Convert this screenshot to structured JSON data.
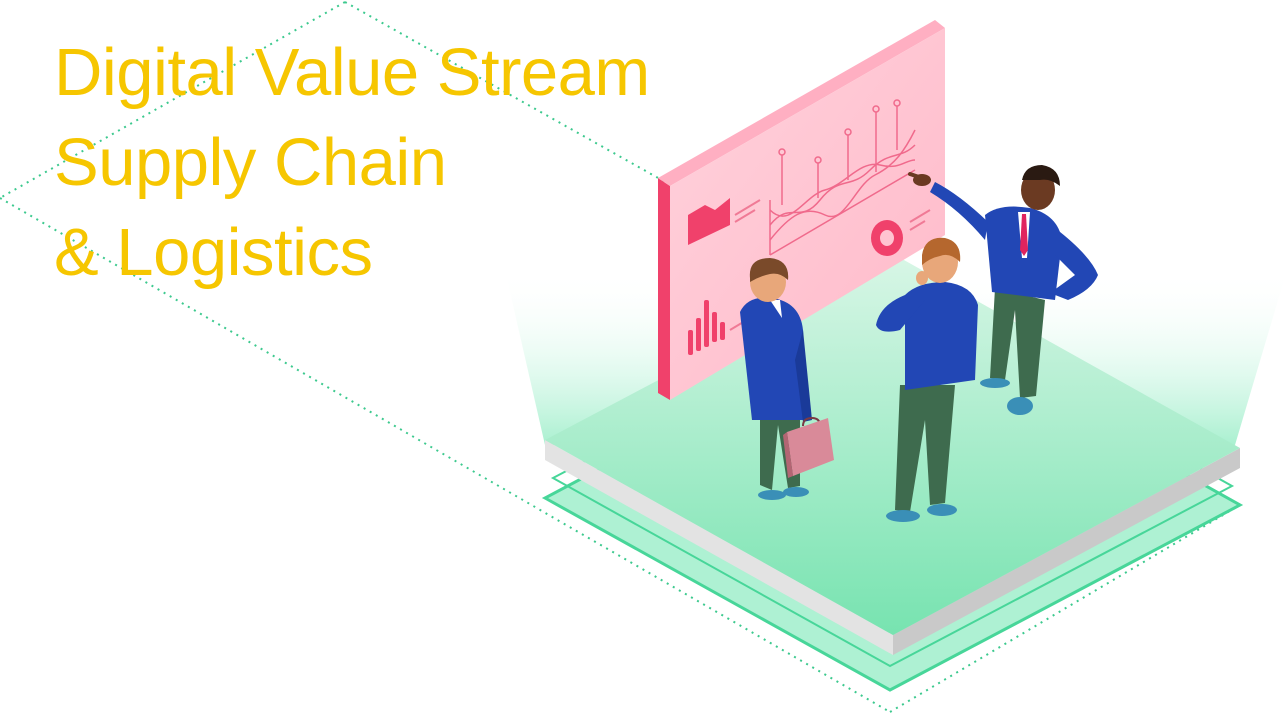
{
  "title": {
    "line1": "Digital Value Stream",
    "line2": "Supply Chain",
    "line3": "& Logistics"
  },
  "colors": {
    "title": "#F6C600",
    "board": "#FFC7D4",
    "board_accent": "#F0416B",
    "platform": "#7DE6B2",
    "suit": "#2247B5",
    "trousers": "#3E6B4E",
    "dotted_line": "#3CC98E"
  }
}
